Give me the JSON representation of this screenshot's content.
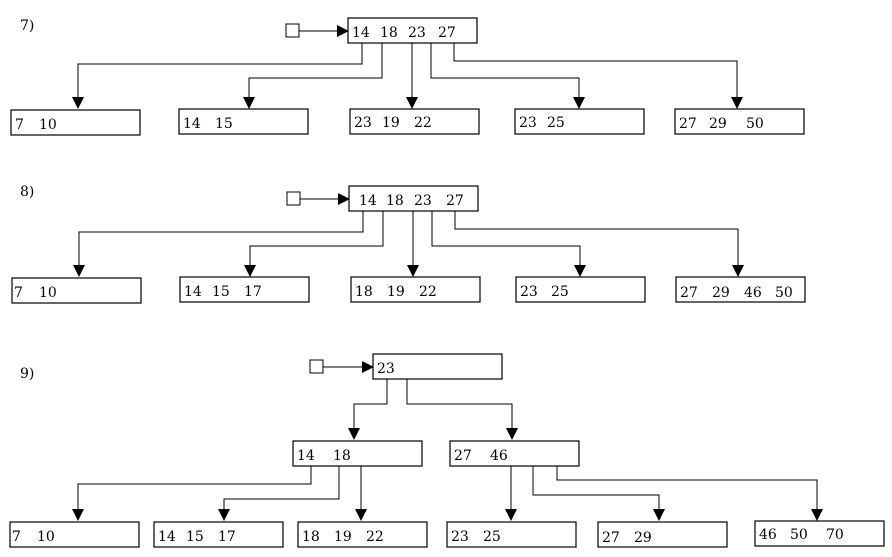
{
  "panels": [
    {
      "label": "7)",
      "root": {
        "keys": [
          "14",
          "18",
          "23",
          "27"
        ]
      },
      "leaves": [
        {
          "keys": [
            "7",
            "10"
          ]
        },
        {
          "keys": [
            "14",
            "15"
          ]
        },
        {
          "keys": [
            "23",
            "19",
            "22"
          ]
        },
        {
          "keys": [
            "23",
            "25"
          ]
        },
        {
          "keys": [
            "27",
            "29",
            "50"
          ]
        }
      ]
    },
    {
      "label": "8)",
      "root": {
        "keys": [
          "14",
          "18",
          "23",
          "27"
        ]
      },
      "leaves": [
        {
          "keys": [
            "7",
            "10"
          ]
        },
        {
          "keys": [
            "14",
            "15",
            "17"
          ]
        },
        {
          "keys": [
            "18",
            "19",
            "22"
          ]
        },
        {
          "keys": [
            "23",
            "25"
          ]
        },
        {
          "keys": [
            "27",
            "29",
            "46",
            "50"
          ]
        }
      ]
    },
    {
      "label": "9)",
      "root": {
        "keys": [
          "23"
        ]
      },
      "internal": [
        {
          "keys": [
            "14",
            "18"
          ]
        },
        {
          "keys": [
            "27",
            "46"
          ]
        }
      ],
      "leaves": [
        {
          "keys": [
            "7",
            "10"
          ]
        },
        {
          "keys": [
            "14",
            "15",
            "17"
          ]
        },
        {
          "keys": [
            "18",
            "19",
            "22"
          ]
        },
        {
          "keys": [
            "23",
            "25"
          ]
        },
        {
          "keys": [
            "27",
            "29"
          ]
        },
        {
          "keys": [
            "46",
            "50",
            "70"
          ]
        }
      ]
    }
  ]
}
